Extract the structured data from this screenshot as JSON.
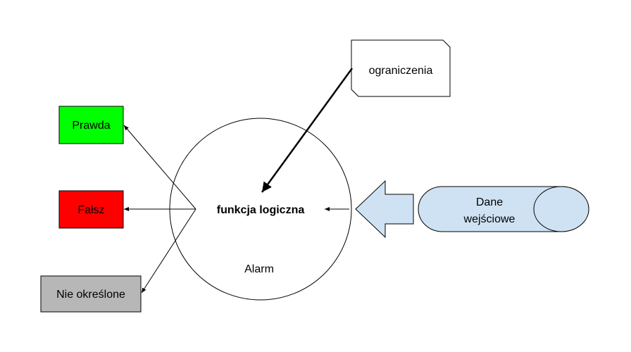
{
  "diagram": {
    "center": {
      "title": "funkcja logiczna",
      "subtitle": "Alarm"
    },
    "constraints": {
      "label": "ograniczenia"
    },
    "input": {
      "line1": "Dane",
      "line2": "wejściowe"
    },
    "outputs": {
      "true": {
        "label": "Prawda",
        "color": "#00ff00"
      },
      "false": {
        "label": "Fałsz",
        "color": "#ff0000"
      },
      "undefined": {
        "label": "Nie określone",
        "color": "#b7b7b7"
      }
    },
    "input_arrow_color": "#cfe2f3",
    "input_cylinder_color": "#cfe2f3"
  }
}
